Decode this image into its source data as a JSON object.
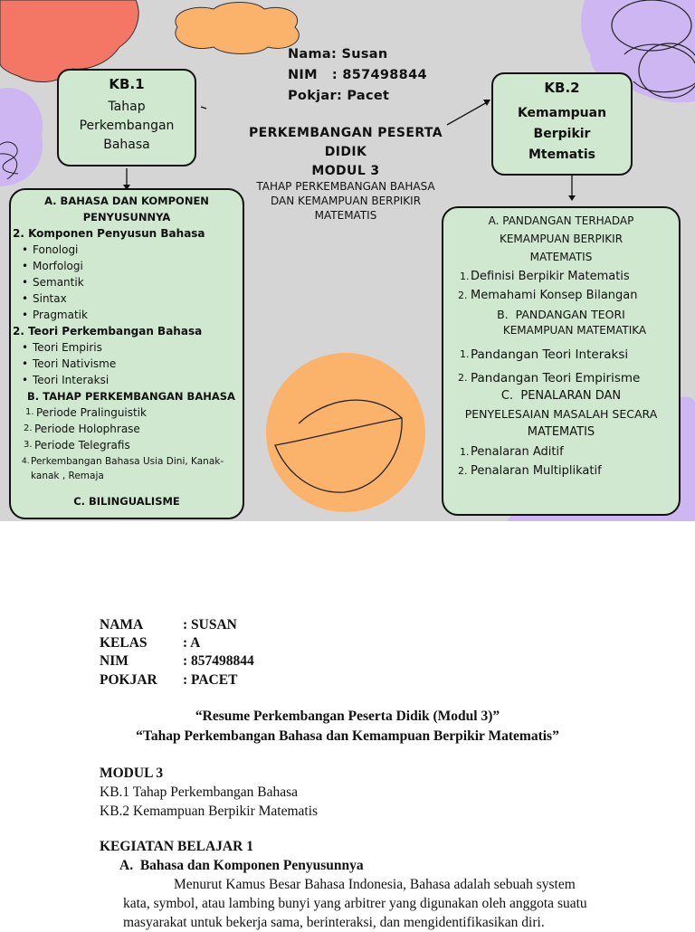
{
  "poster": {
    "header": {
      "nama": "Nama: Susan",
      "nim": "NIM   : 857498844",
      "pokjar": "Pokjar: Pacet"
    },
    "title": [
      "PERKEMBANGAN PESERTA",
      "DIDIK",
      "MODUL 3"
    ],
    "subtitle": [
      "TAHAP PERKEMBANGAN BAHASA",
      "DAN KEMAMPUAN BERPIKIR",
      "MATEMATIS"
    ],
    "kb1": {
      "label": "KB.1",
      "lines": [
        "Tahap",
        "Perkembangan",
        "Bahasa"
      ]
    },
    "kb2": {
      "label": "KB.2",
      "lines": [
        "Kemampuan",
        "Berpikir",
        "Mtematis"
      ]
    },
    "left_panel": {
      "heading_a": [
        "A. BAHASA DAN KOMPONEN",
        "PENYUSUNNYA"
      ],
      "sub1": "2. Komponen Penyusun Bahasa",
      "sub1_items": [
        "Fonologi",
        "Morfologi",
        "Semantik",
        "Sintax",
        "Pragmatik"
      ],
      "sub2": "2. Teori Perkembangan Bahasa",
      "sub2_items": [
        "Teori Empiris",
        "Teori Nativisme",
        "Teori Interaksi"
      ],
      "heading_b": "B. TAHAP PERKEMBANGAN BAHASA",
      "b_items": [
        "Periode Pralinguistik",
        "Periode Holophrase",
        "Periode Telegrafis",
        "Perkembangan Bahasa Usia Dini, Kanak-",
        "kanak , Remaja"
      ],
      "heading_c": "C. BILINGUALISME"
    },
    "right_panel": {
      "heading_a": [
        "A. PANDANGAN TERHADAP",
        "KEMAMPUAN BERPIKIR",
        "MATEMATIS"
      ],
      "a_items": [
        "Definisi Berpikir Matematis",
        "Memahami Konsep Bilangan"
      ],
      "heading_b": [
        "B.  PANDANGAN TEORI",
        "KEMAMPUAN MATEMATIKA"
      ],
      "b_items": [
        "Pandangan Teori Interaksi",
        "Pandangan Teori Empirisme"
      ],
      "heading_c": [
        "C.  PENALARAN DAN",
        "PENYELESAIAN MASALAH SECARA",
        "MATEMATIS"
      ],
      "c_items": [
        "Penalaran Aditif",
        "Penalaran Multiplikatif"
      ]
    },
    "colors": {
      "background": "#d5d5d5",
      "box": "#cfe8cf",
      "coral": "#f47766",
      "orange": "#fbb26b",
      "lavender": "#cdb6f2"
    }
  },
  "document": {
    "meta": [
      {
        "key": "NAMA",
        "value": ": SUSAN"
      },
      {
        "key": "KELAS",
        "value": ": A"
      },
      {
        "key": "NIM",
        "value": ": 857498844"
      },
      {
        "key": "POKJAR",
        "value": ": PACET"
      }
    ],
    "title1": "“Resume Perkembangan Peserta Didik (Modul 3)”",
    "title2": "“Tahap Perkembangan Bahasa dan Kemampuan Berpikir Matematis”",
    "modul": "MODUL 3",
    "kb1": "KB.1 Tahap Perkembangan Bahasa",
    "kb2": "KB.2 Kemampuan Berpikir Matematis",
    "section": "KEGIATAN BELAJAR 1",
    "subsection": "A.  Bahasa dan Komponen Penyusunnya",
    "paragraph_lines": [
      "Menurut Kamus Besar Bahasa Indonesia, Bahasa adalah sebuah system",
      "kata, symbol, atau lambing bunyi yang arbitrer yang digunakan oleh anggota suatu",
      "masyarakat untuk bekerja sama, berinteraksi, dan mengidentifikasikan diri."
    ]
  }
}
